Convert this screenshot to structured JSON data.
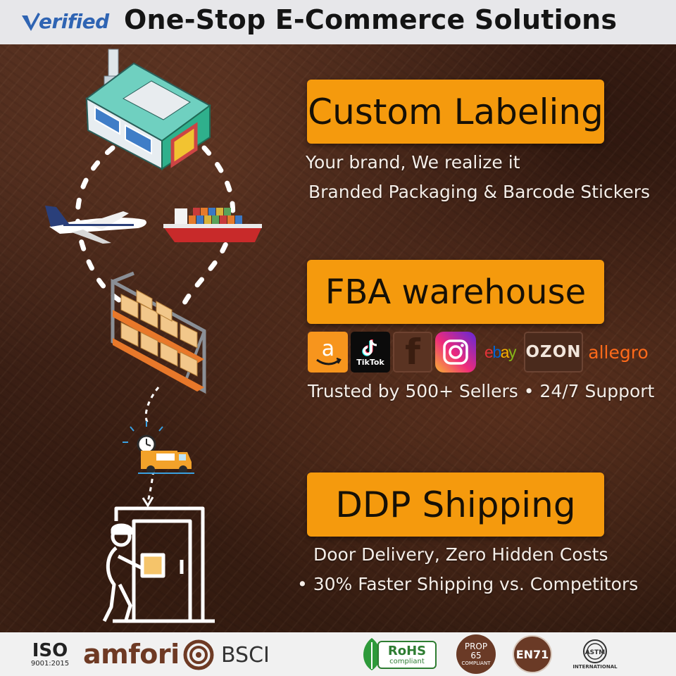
{
  "header": {
    "brand": "Verified",
    "brand_rest": "erified",
    "title": "One-Stop E-Commerce Solutions"
  },
  "services": [
    {
      "title": "Custom Labeling",
      "lines": [
        "Your brand, We realize it",
        "Branded Packaging & Barcode Stickers"
      ]
    },
    {
      "title": "FBA warehouse",
      "lines": [
        "Trusted by 500+ Sellers • 24/7 Support"
      ]
    },
    {
      "title": "DDP Shipping",
      "lines": [
        "Door Delivery, Zero Hidden Costs",
        "• 30% Faster Shipping vs. Competitors"
      ]
    }
  ],
  "platforms": {
    "amazon": "a",
    "tiktok": "TikTok",
    "facebook": "f",
    "ebay": [
      "e",
      "b",
      "a",
      "y"
    ],
    "ozon": "OZON",
    "allegro": "allegro"
  },
  "certifications": {
    "iso": "ISO",
    "iso_code": "9001:2015",
    "amfori": "amfori",
    "bsci": "BSCI",
    "rohs": "RoHS",
    "rohs_sub": "compliant",
    "prop": "PROP",
    "prop_num": "65",
    "prop_sub": "COMPLIANT",
    "en71": "EN71",
    "astm": "ASTM",
    "astm_sub": "INTERNATIONAL"
  },
  "colors": {
    "accent_orange": "#f59a0d",
    "brand_blue": "#2f64b3",
    "leather": "#3b2016"
  }
}
